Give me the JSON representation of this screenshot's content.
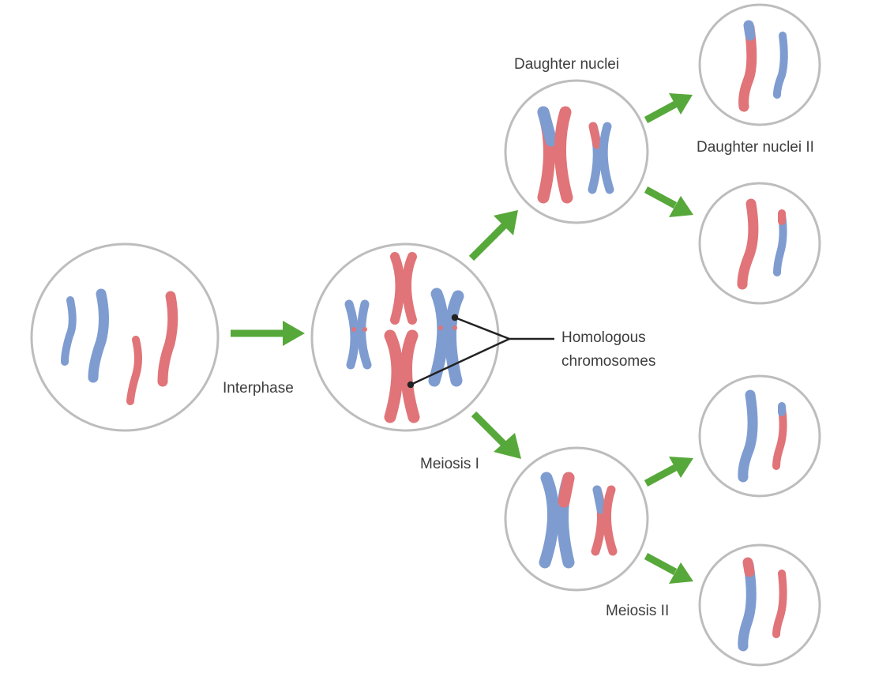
{
  "title": "Meiosis overview",
  "colors": {
    "maternal": "#e07478",
    "paternal": "#7e9cd0",
    "arrow": "#57a83a",
    "nucleus_border": "#bdbdbd",
    "pointer": "#222222",
    "text": "#3d3d3d"
  },
  "labels": {
    "interphase": "Interphase",
    "meiosis_1": "Meiosis I",
    "meiosis_2": "Meiosis II",
    "daughter_nuclei": "Daughter nuclei",
    "daughter_nuclei_2": "Daughter nuclei II",
    "homologous_line1": "Homologous",
    "homologous_line2": "chromosomes"
  },
  "stages": [
    {
      "name": "parent-cell",
      "content": "4 unreplicated chromosomes (2 blue, 2 red)"
    },
    {
      "name": "interphase-cell",
      "content": "2 homologous pairs of replicated chromosomes"
    },
    {
      "name": "meiosis-1-daughter-top",
      "content": "2 replicated chromosomes with crossover"
    },
    {
      "name": "meiosis-1-daughter-bottom",
      "content": "2 replicated chromosomes with crossover"
    },
    {
      "name": "meiosis-2-daughter-1",
      "content": "2 single chromatids"
    },
    {
      "name": "meiosis-2-daughter-2",
      "content": "2 single chromatids"
    },
    {
      "name": "meiosis-2-daughter-3",
      "content": "2 single chromatids"
    },
    {
      "name": "meiosis-2-daughter-4",
      "content": "2 single chromatids"
    }
  ]
}
